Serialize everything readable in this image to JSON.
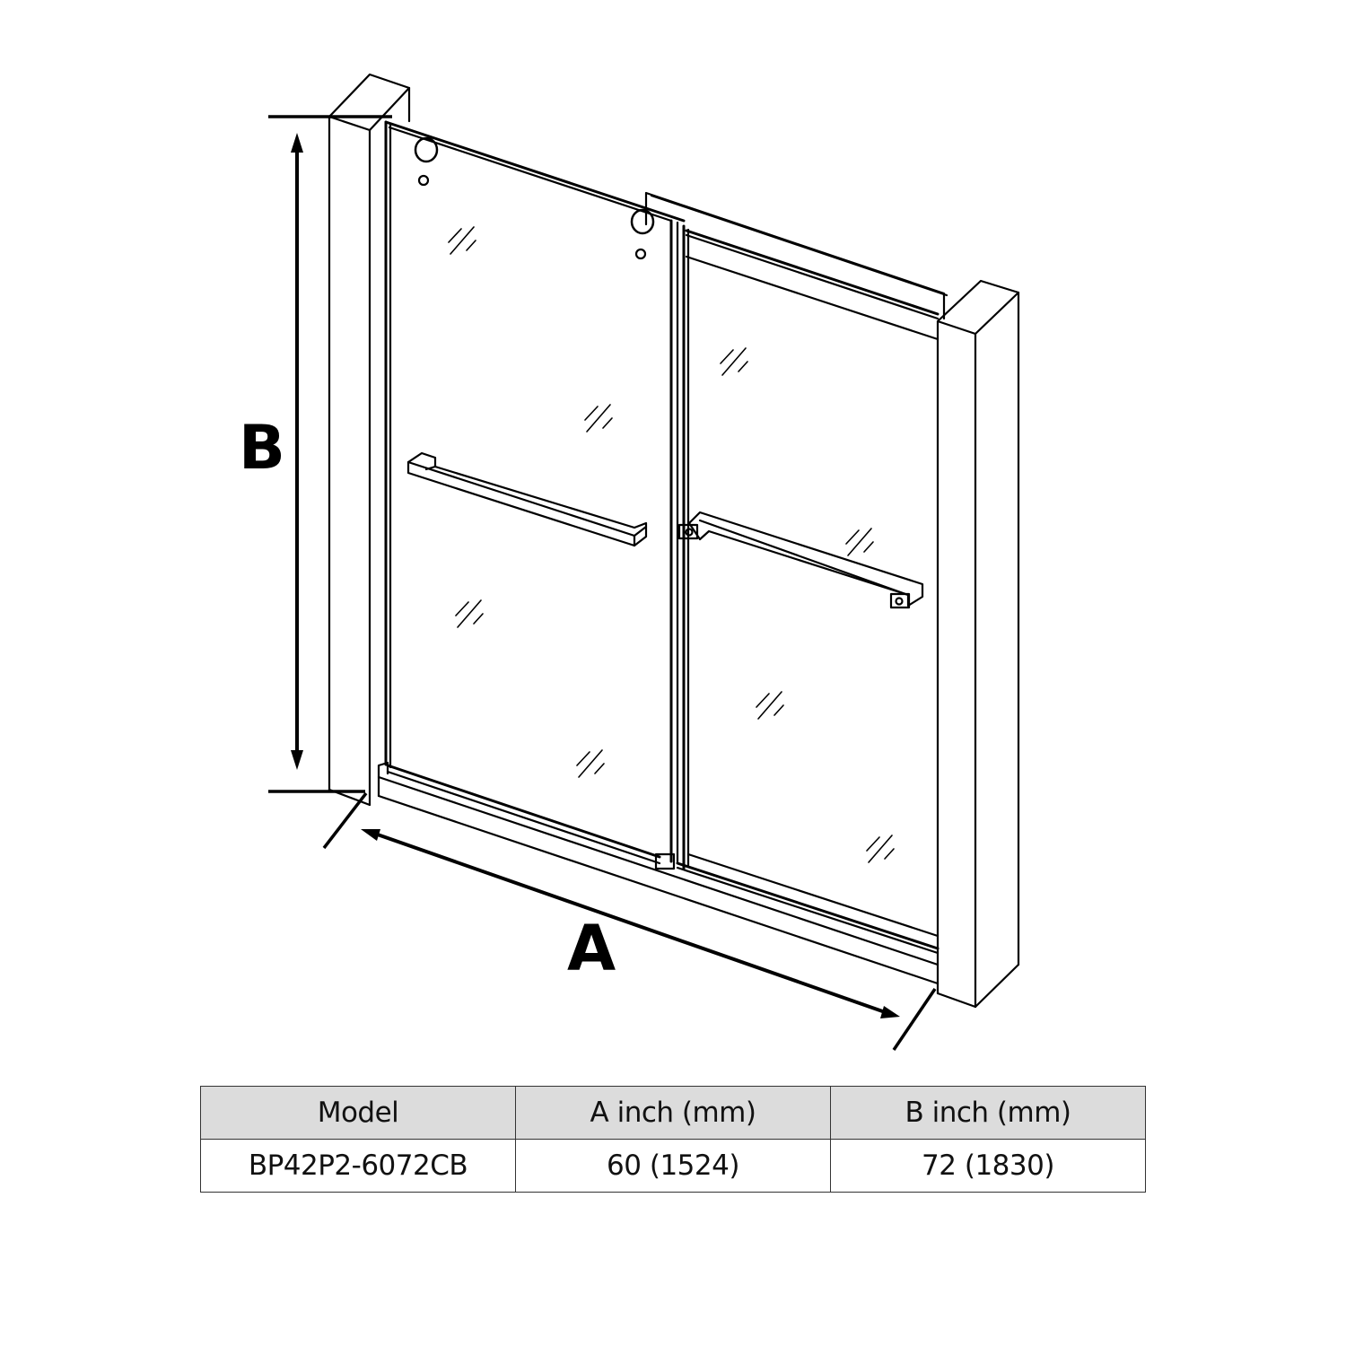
{
  "diagram": {
    "subject": "Sliding shower door dimension drawing",
    "dimension_labels": {
      "width": "A",
      "height": "B"
    },
    "line_color": "#000000",
    "background": "#ffffff"
  },
  "spec_table": {
    "header_bg": "#dcdcdc",
    "columns": [
      "Model",
      "A inch (mm)",
      "B inch (mm)"
    ],
    "rows": [
      [
        "BP42P2-6072CB",
        "60 (1524)",
        "72 (1830)"
      ]
    ]
  }
}
